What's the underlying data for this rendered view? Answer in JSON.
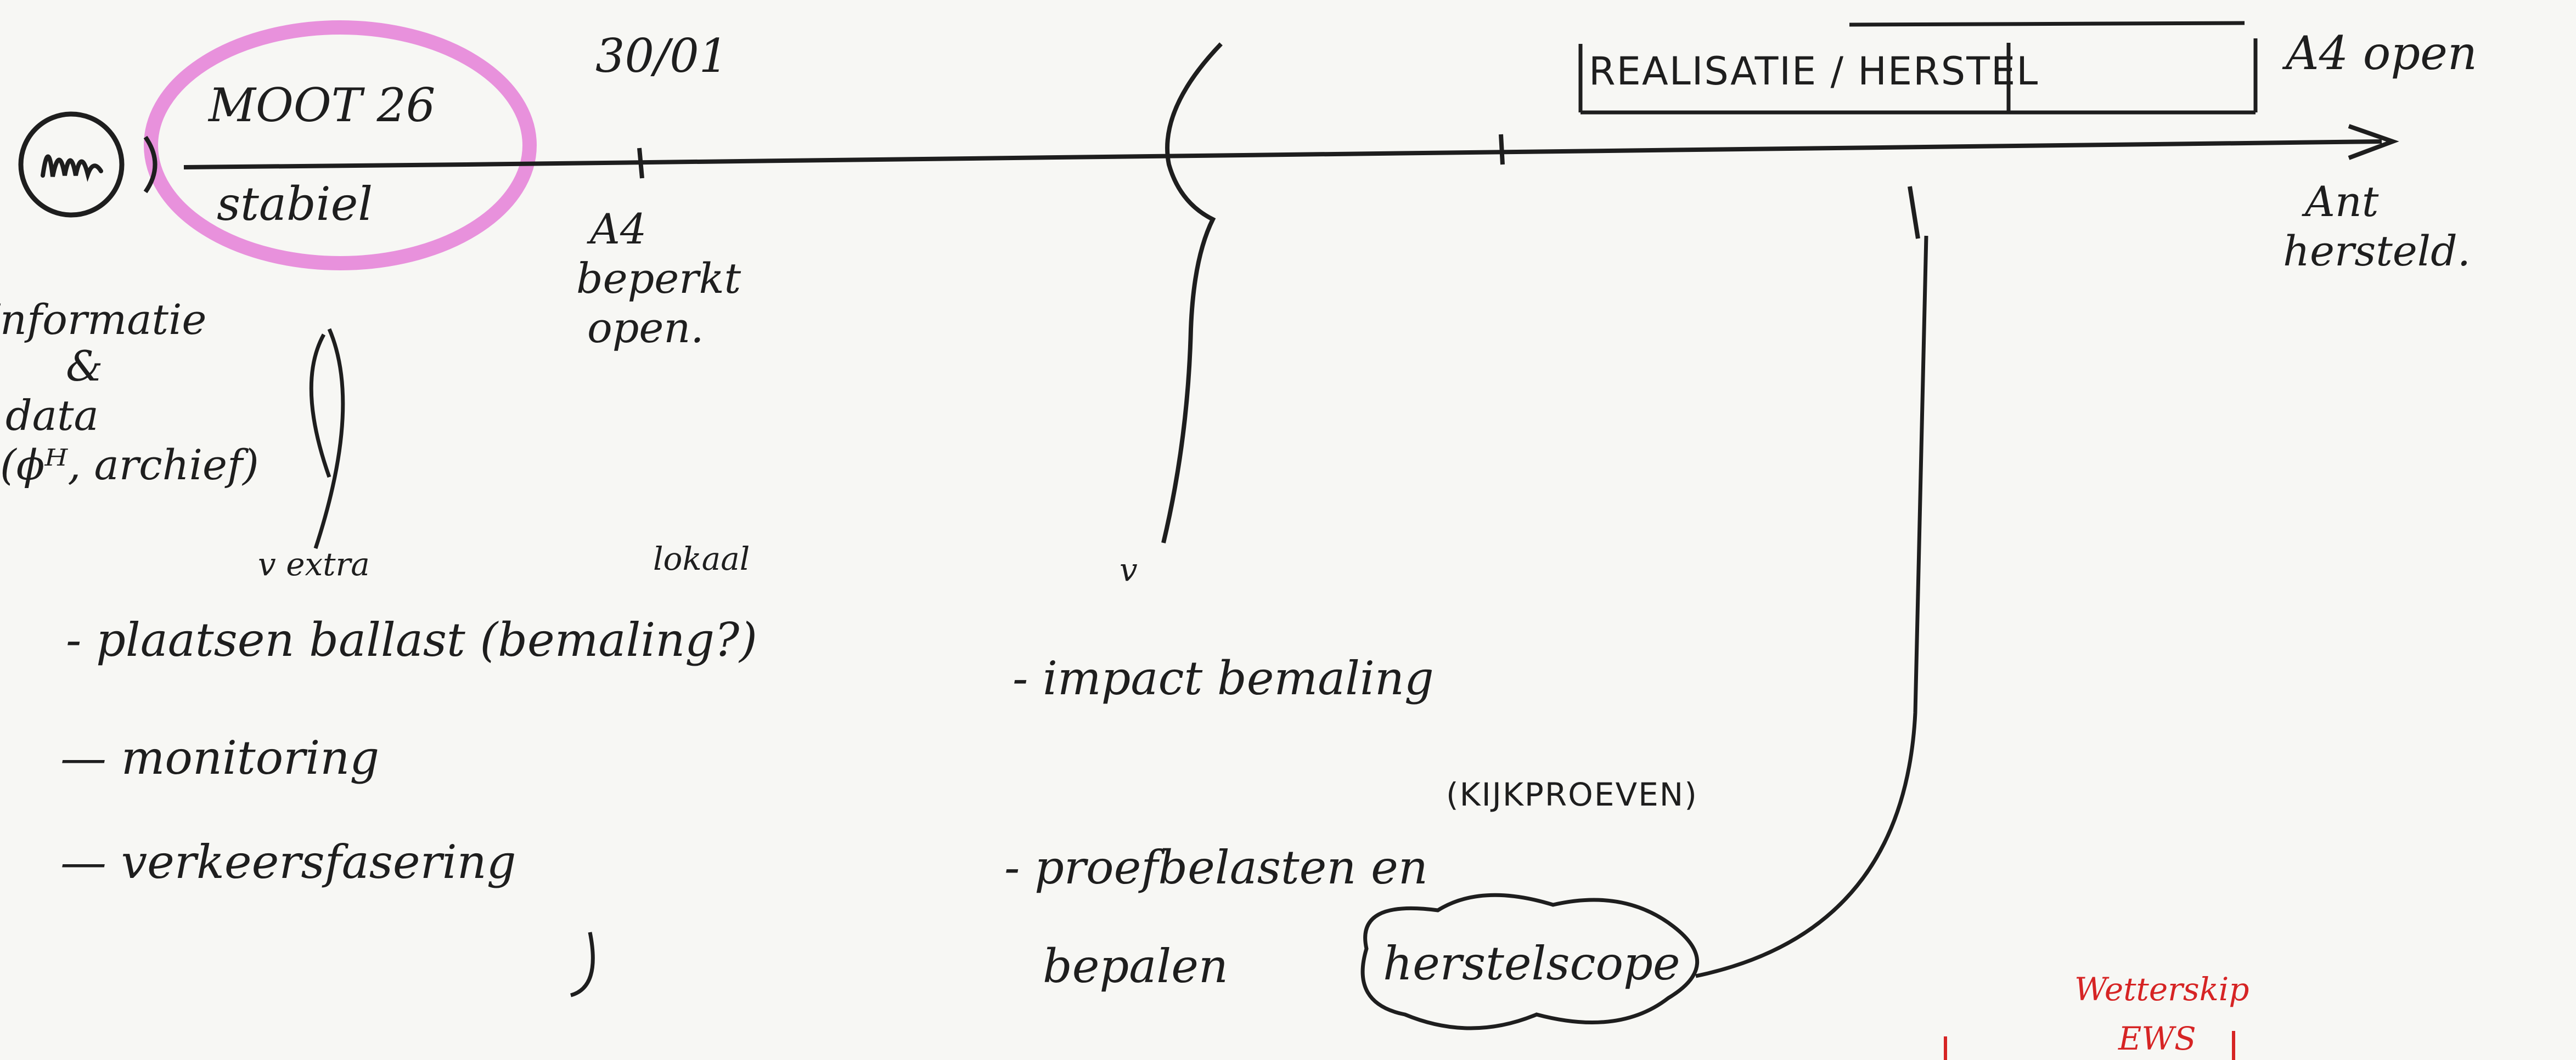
{
  "timeline": {
    "start_icon": "circled-initials-icon",
    "start_badge_top": "MOOT 26",
    "start_badge_bottom": "stabiel",
    "milestone_1_date": "30/01",
    "milestone_1_label": [
      "A4",
      "beperkt",
      "open."
    ],
    "phase_title": "REALISATIE / HERSTEL",
    "end_top": "A4 open",
    "end_bottom": [
      "Ant",
      "hersteld."
    ]
  },
  "info_block": {
    "lines": [
      "Informatie",
      "&",
      "data",
      "(ϕᴴ, archief)"
    ]
  },
  "left_actions": {
    "annotation_extra": "v extra",
    "annotation_lokaal": "lokaal",
    "items": [
      "- plaatsen ballast (bemaling?)",
      "— monitoring",
      "— verkeersfasering"
    ]
  },
  "middle_actions": {
    "annotation_v": "v",
    "items": [
      "- impact bemaling",
      "(KIJKPROEVEN)",
      "- proefbelasten en",
      "bepalen"
    ],
    "herstelscope": "herstelscope"
  },
  "red_note": {
    "top": "Wetterskip",
    "bottom": "EWS"
  },
  "colors": {
    "ink": "#1e1e1e",
    "highlight": "#e685d9",
    "red": "#d62424"
  }
}
